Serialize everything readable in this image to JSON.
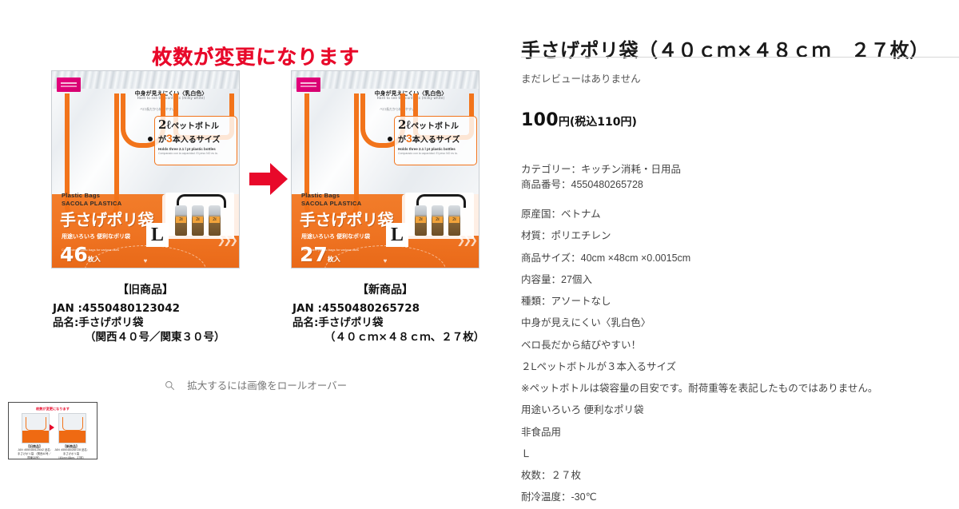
{
  "gallery": {
    "promo_heading": "枚数が変更になります",
    "rollover_hint": "拡大するには画像をロールオーバー",
    "magnifier_icon": "search-icon",
    "arrow_icon": "right-arrow-icon",
    "arrow_color": "#e8092a",
    "packages": [
      {
        "id": "old",
        "logo": "daiso-logo",
        "caption_main": "中身が見えにくい〈乳白色〉",
        "caption_sub": "Hard to see the contents (milky white)",
        "note": "ベロ長だから結びやすい！",
        "callout_volume": "2ℓ",
        "callout_product": "ペットボトル",
        "callout_prefix": "が",
        "callout_count": "3",
        "callout_suffix": "本",
        "callout_tail": "入るサイズ",
        "callout_en": "Holds three 2.1 l pt plastic bottles",
        "callout_fine": "Comparado con la capacidad. El peso NO es la.",
        "brand_en_1": "Plastic Bags",
        "brand_en_2": "SACOLA PLASTICA",
        "brand_jp": "手さげポリ袋",
        "brand_sub": "用途いろいろ 便利なポリ袋",
        "brand_fine": "Convenient plastic bags for various uses",
        "size_label": "L",
        "count": "46",
        "count_unit": "枚入"
      },
      {
        "id": "new",
        "logo": "daiso-logo",
        "caption_main": "中身が見えにくい〈乳白色〉",
        "caption_sub": "Hard to see the contents (milky white)",
        "note": "ベロ長だから結びやすい！",
        "callout_volume": "2ℓ",
        "callout_product": "ペットボトル",
        "callout_prefix": "が",
        "callout_count": "3",
        "callout_suffix": "本",
        "callout_tail": "入るサイズ",
        "callout_en": "Holds three 2.1 l pt plastic bottles",
        "callout_fine": "Comparado con la capacidad. El peso NO es la.",
        "brand_en_1": "Plastic Bags",
        "brand_en_2": "SACOLA PLASTICA",
        "brand_jp": "手さげポリ袋",
        "brand_sub": "用途いろいろ 便利なポリ袋",
        "brand_fine": "Convenient plastic bags for various uses",
        "size_label": "L",
        "count": "27",
        "count_unit": "枚入"
      }
    ],
    "captions": [
      {
        "title": "【旧商品】",
        "jan": "JAN :4550480123042",
        "name": "品名:手さげポリ袋",
        "name2": "（関西４０号／関東３０号）"
      },
      {
        "title": "【新商品】",
        "jan": "JAN :4550480265728",
        "name": "品名:手さげポリ袋",
        "name2": "（４０ｃｍ×４８ｃｍ、２７枚）"
      }
    ],
    "thumbnail": {
      "heading": "枚数が変更になります",
      "left_title": "【旧商品】",
      "left_text": "JAN :4550480123042\n品名:手さげポリ袋\n（関西40号／関東30号）",
      "right_title": "【新商品】",
      "right_text": "JAN :4550480265728\n品名:手さげポリ袋\n（40cm×48cm、27枚）"
    }
  },
  "info": {
    "title": "手さげポリ袋（４０ｃｍ×４８ｃｍ　２７枚）",
    "review_note": "まだレビューはありません",
    "price_main": "100",
    "price_tax": "円(税込110円)",
    "meta": [
      "カテゴリー：キッチン消耗・日用品",
      "商品番号：4550480265728"
    ],
    "specs": [
      "原産国：ベトナム",
      "材質：ポリエチレン",
      "商品サイズ：40cm ×48cm ×0.0015cm",
      "内容量：27個入",
      "種類：アソートなし",
      "中身が見えにくい〈乳白色〉",
      "ベロ長だから結びやすい！",
      "２Lペットボトルが３本入るサイズ",
      "※ペットボトルは袋容量の目安です。耐荷重等を表記したものではありません。",
      "用途いろいろ 便利なポリ袋",
      "非食品用",
      "Ｌ",
      "枚数：２７枚",
      "耐冷温度：-30℃"
    ]
  }
}
